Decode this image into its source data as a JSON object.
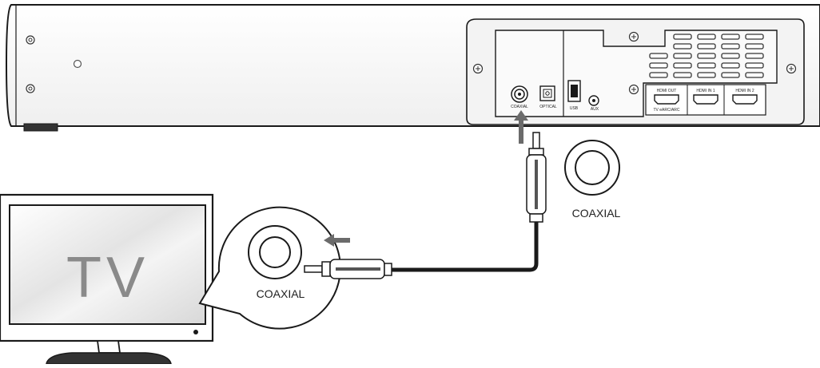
{
  "tv": {
    "label": "TV"
  },
  "labels": {
    "coaxial_right": "COAXIAL",
    "coaxial_left": "COAXIAL"
  },
  "soundbar_ports": {
    "coaxial": "COAXIAL",
    "optical": "OPTICAL",
    "usb": "USB",
    "aux": "AUX",
    "hdmi_out": "HDMI OUT",
    "hdmi_out_sub": "TV eARC/ARC",
    "hdmi_in_1": "HDMI IN 1",
    "hdmi_in_2": "HDMI IN 2"
  },
  "colors": {
    "line": "#1a1a1a",
    "arrow": "#6b6b6b",
    "panel": "#f3f3f3"
  }
}
